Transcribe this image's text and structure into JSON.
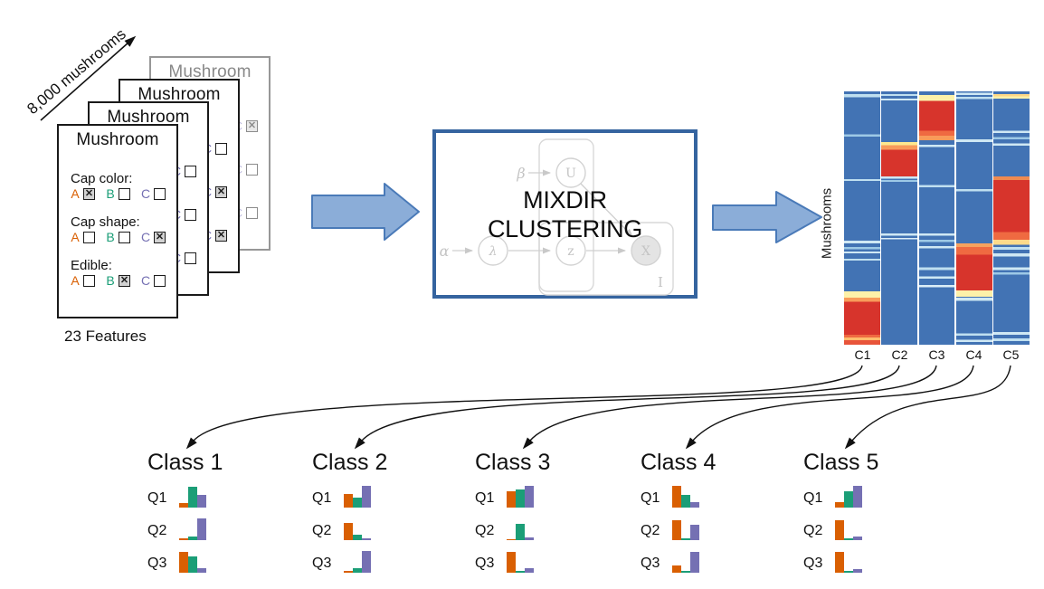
{
  "dataset": {
    "count_label": "8,000 mushrooms",
    "features_label": "23 Features",
    "card_title": "Mushroom",
    "check_glyph": "✕",
    "option_letters": [
      "A",
      "B",
      "C"
    ],
    "questions": [
      {
        "label": "Cap color:"
      },
      {
        "label": "Cap shape:"
      },
      {
        "label": "Edible:"
      }
    ],
    "cards": [
      {
        "variant": "faded",
        "answers": [
          [
            false,
            false,
            true
          ],
          [
            false,
            false,
            false
          ],
          [
            false,
            false,
            false
          ]
        ]
      },
      {
        "variant": "normal",
        "answers": [
          [
            false,
            false,
            false
          ],
          [
            false,
            false,
            true
          ],
          [
            false,
            false,
            true
          ]
        ]
      },
      {
        "variant": "normal",
        "answers": [
          [
            false,
            false,
            false
          ],
          [
            false,
            false,
            false
          ],
          [
            false,
            false,
            false
          ]
        ]
      },
      {
        "variant": "front",
        "answers": [
          [
            true,
            false,
            false
          ],
          [
            false,
            false,
            true
          ],
          [
            false,
            true,
            false
          ]
        ]
      }
    ]
  },
  "model_box": {
    "title_line1": "MIXDIR",
    "title_line2": "CLUSTERING",
    "border_color": "#35649f",
    "graph_labels": {
      "alpha": "α",
      "beta": "β",
      "lambda": "λ",
      "u": "U",
      "z": "z",
      "x": "X",
      "plate": "I"
    }
  },
  "heatmap": {
    "ylabel": "Mushrooms",
    "base_color": "#4273b4",
    "hot_color": "#d7342c",
    "columns": [
      "C1",
      "C2",
      "C3",
      "C4",
      "C5"
    ],
    "column_bands": {
      "C1": [
        [
          1,
          2.3,
          "#bfdff0"
        ],
        [
          17,
          17.9,
          "#9dc9e6"
        ],
        [
          34.6,
          35.3,
          "#bfdff0"
        ],
        [
          59,
          60,
          "#cfe8f4"
        ],
        [
          61.5,
          62.3,
          "#9dc9e6"
        ],
        [
          63.2,
          63.9,
          "#cfe8f4"
        ],
        [
          66,
          66.8,
          "#bfdff0"
        ],
        [
          79,
          81.5,
          "#fdf1a9"
        ],
        [
          81.5,
          83,
          "#f89b5a"
        ],
        [
          83,
          96,
          "#d7342c"
        ],
        [
          96,
          97.2,
          "#ef6a41"
        ],
        [
          97.2,
          98.2,
          "#fdbd6d"
        ],
        [
          98.2,
          100,
          "#e8543a"
        ]
      ],
      "C2": [
        [
          1,
          1.8,
          "#bfdff0"
        ],
        [
          2.8,
          3.5,
          "#cfe8f4"
        ],
        [
          20,
          21.3,
          "#fde88f"
        ],
        [
          21.3,
          23,
          "#f89b5a"
        ],
        [
          23,
          33.5,
          "#d7342c"
        ],
        [
          33.5,
          34.4,
          "#cfe8f4"
        ],
        [
          35,
          35.8,
          "#9dc9e6"
        ],
        [
          56,
          56.9,
          "#cfe8f4"
        ],
        [
          57.8,
          58.4,
          "#dceef7"
        ]
      ],
      "C3": [
        [
          1.5,
          3.8,
          "#fdf1a9"
        ],
        [
          3.8,
          15.5,
          "#d7342c"
        ],
        [
          15.5,
          17.5,
          "#ef6a41"
        ],
        [
          17.5,
          19.3,
          "#f89b5a"
        ],
        [
          21,
          22,
          "#cfe8f4"
        ],
        [
          37,
          37.9,
          "#bfdff0"
        ],
        [
          56,
          57,
          "#cfe8f4"
        ],
        [
          58.5,
          59.5,
          "#9dc9e6"
        ],
        [
          61,
          62,
          "#cfe8f4"
        ],
        [
          69.5,
          70.5,
          "#bfdff0"
        ],
        [
          73,
          74,
          "#cfe8f4"
        ],
        [
          76.5,
          77.3,
          "#dceef7"
        ]
      ],
      "C4": [
        [
          0.5,
          1.5,
          "#cfe8f4"
        ],
        [
          2.2,
          3,
          "#bfdff0"
        ],
        [
          19,
          20,
          "#cfe8f4"
        ],
        [
          38.5,
          39.4,
          "#bfdff0"
        ],
        [
          60,
          61.5,
          "#f6a35f"
        ],
        [
          61.5,
          64.5,
          "#ef6a41"
        ],
        [
          64.5,
          78.5,
          "#d7342c"
        ],
        [
          78.5,
          81,
          "#fdf1a9"
        ],
        [
          81.5,
          82.6,
          "#cfe8f4"
        ],
        [
          95.5,
          96.5,
          "#bfdff0"
        ],
        [
          98,
          99,
          "#cfe8f4"
        ]
      ],
      "C5": [
        [
          1,
          2,
          "#fdd787"
        ],
        [
          2,
          2.9,
          "#fdf1a9"
        ],
        [
          15.5,
          16.4,
          "#cfe8f4"
        ],
        [
          18,
          19,
          "#9dc9e6"
        ],
        [
          20.5,
          21.4,
          "#cfe8f4"
        ],
        [
          33.5,
          35,
          "#f08a50"
        ],
        [
          35,
          55.5,
          "#d7342c"
        ],
        [
          55.5,
          58.5,
          "#ef6a41"
        ],
        [
          58.5,
          60.5,
          "#fdda8a"
        ],
        [
          61.5,
          62.5,
          "#bfdff0"
        ],
        [
          64,
          65.1,
          "#cfe8f4"
        ],
        [
          69.5,
          70.5,
          "#cfe8f4"
        ],
        [
          71.5,
          72.4,
          "#9dc9e6"
        ],
        [
          95,
          96,
          "#cfe8f4"
        ],
        [
          97.5,
          98.5,
          "#bfdff0"
        ]
      ]
    }
  },
  "bar_colors": [
    "#d95f02",
    "#1b9e77",
    "#7570b3"
  ],
  "classes": [
    {
      "title": "Class 1",
      "rows": [
        {
          "label": "Q1",
          "values": [
            0.2,
            0.95,
            0.58
          ]
        },
        {
          "label": "Q2",
          "values": [
            0.1,
            0.18,
            1.0
          ]
        },
        {
          "label": "Q3",
          "values": [
            0.95,
            0.75,
            0.2
          ]
        }
      ]
    },
    {
      "title": "Class 2",
      "rows": [
        {
          "label": "Q1",
          "values": [
            0.61,
            0.47,
            1.0
          ]
        },
        {
          "label": "Q2",
          "values": [
            0.8,
            0.24,
            0.07
          ]
        },
        {
          "label": "Q3",
          "values": [
            0.07,
            0.21,
            1.0
          ]
        }
      ]
    },
    {
      "title": "Class 3",
      "rows": [
        {
          "label": "Q1",
          "values": [
            0.75,
            0.85,
            1.0
          ]
        },
        {
          "label": "Q2",
          "values": [
            0.06,
            0.77,
            0.14
          ]
        },
        {
          "label": "Q3",
          "values": [
            0.97,
            0.09,
            0.21
          ]
        }
      ]
    },
    {
      "title": "Class 4",
      "rows": [
        {
          "label": "Q1",
          "values": [
            1.0,
            0.58,
            0.25
          ]
        },
        {
          "label": "Q2",
          "values": [
            0.9,
            0.1,
            0.7
          ]
        },
        {
          "label": "Q3",
          "values": [
            0.32,
            0.08,
            0.97
          ]
        }
      ]
    },
    {
      "title": "Class 5",
      "rows": [
        {
          "label": "Q1",
          "values": [
            0.25,
            0.76,
            1.0
          ]
        },
        {
          "label": "Q2",
          "values": [
            0.93,
            0.1,
            0.17
          ]
        },
        {
          "label": "Q3",
          "values": [
            0.95,
            0.08,
            0.18
          ]
        }
      ]
    }
  ]
}
